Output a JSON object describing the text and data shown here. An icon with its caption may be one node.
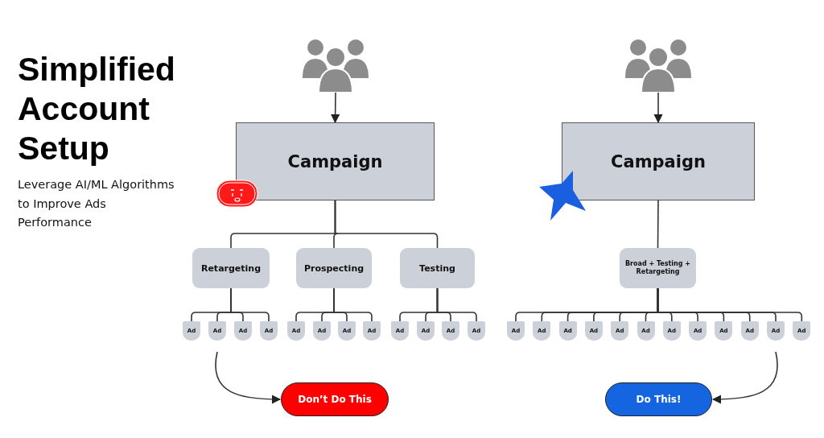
{
  "diagram": {
    "title": "Simplified Account Setup",
    "nodes": [
      {
        "text": [],
        "shape": "person"
      },
      {
        "text": [
          "Campaign"
        ]
      },
      {
        "text": [
          "Retargeting"
        ]
      },
      {
        "text": [
          "Prospecting"
        ]
      },
      {
        "text": [
          "Testing"
        ]
      },
      {
        "text": [
          "Ad"
        ]
      },
      {
        "text": [
          "Ad"
        ]
      },
      {
        "text": [
          "Ad"
        ]
      },
      {
        "text": [
          "Ad"
        ]
      },
      {
        "text": [
          "Ad"
        ]
      },
      {
        "text": [
          "Ad"
        ]
      },
      {
        "text": [
          "Ad"
        ]
      },
      {
        "text": [
          "Ad"
        ]
      },
      {
        "text": [
          "Ad"
        ]
      },
      {
        "text": [
          "Ad"
        ]
      },
      {
        "text": [
          "Ad"
        ]
      },
      {
        "text": [
          "Ad"
        ]
      },
      {
        "text": [
          "Don’t Do This"
        ]
      },
      {
        "text": [],
        "shape": "person"
      },
      {
        "text": [
          "Campaign"
        ]
      },
      {
        "text": [
          "Broad + Testing + Retargeting"
        ]
      },
      {
        "text": [
          "Ad"
        ]
      },
      {
        "text": [
          "Ad"
        ]
      },
      {
        "text": [
          "Ad"
        ]
      },
      {
        "text": [
          "Ad"
        ]
      },
      {
        "text": [
          "Ad"
        ]
      },
      {
        "text": [
          "Ad"
        ]
      },
      {
        "text": [
          "Ad"
        ]
      },
      {
        "text": [
          "Ad"
        ]
      },
      {
        "text": [
          "Ad"
        ]
      },
      {
        "text": [
          "Ad"
        ]
      },
      {
        "text": [
          "Ad"
        ]
      },
      {
        "text": [
          "Ad"
        ]
      },
      {
        "text": [
          "Do This!"
        ]
      }
    ],
    "edges": [
      {
        "from": 0,
        "to": 1,
        "arrow": "to"
      },
      {
        "from": 1,
        "to": 2,
        "arrow": "none"
      },
      {
        "from": 1,
        "to": 3,
        "arrow": "none"
      },
      {
        "from": 1,
        "to": 4,
        "arrow": "none"
      },
      {
        "from": 2,
        "to": 5,
        "arrow": "none"
      },
      {
        "from": 2,
        "to": 6,
        "arrow": "none"
      },
      {
        "from": 2,
        "to": 7,
        "arrow": "none"
      },
      {
        "from": 2,
        "to": 8,
        "arrow": "none"
      },
      {
        "from": 3,
        "to": 9,
        "arrow": "none"
      },
      {
        "from": 3,
        "to": 10,
        "arrow": "none"
      },
      {
        "from": 3,
        "to": 11,
        "arrow": "none"
      },
      {
        "from": 3,
        "to": 12,
        "arrow": "none"
      },
      {
        "from": 4,
        "to": 13,
        "arrow": "none"
      },
      {
        "from": 4,
        "to": 14,
        "arrow": "none"
      },
      {
        "from": 4,
        "to": 15,
        "arrow": "none"
      },
      {
        "from": 4,
        "to": 16,
        "arrow": "none"
      },
      {
        "from": 6,
        "to": 17,
        "arrow": "to"
      },
      {
        "from": 18,
        "to": 19,
        "arrow": "to"
      },
      {
        "from": 19,
        "to": 20,
        "arrow": "none"
      },
      {
        "from": 20,
        "to": 21,
        "arrow": "none"
      },
      {
        "from": 20,
        "to": 22,
        "arrow": "none"
      },
      {
        "from": 20,
        "to": 23,
        "arrow": "none"
      },
      {
        "from": 20,
        "to": 24,
        "arrow": "none"
      },
      {
        "from": 20,
        "to": 25,
        "arrow": "none"
      },
      {
        "from": 20,
        "to": 26,
        "arrow": "none"
      },
      {
        "from": 20,
        "to": 27,
        "arrow": "none"
      },
      {
        "from": 20,
        "to": 28,
        "arrow": "none"
      },
      {
        "from": 20,
        "to": 29,
        "arrow": "none"
      },
      {
        "from": 20,
        "to": 30,
        "arrow": "none"
      },
      {
        "from": 20,
        "to": 31,
        "arrow": "none"
      },
      {
        "from": 20,
        "to": 32,
        "arrow": "none"
      },
      {
        "from": 31,
        "to": 33,
        "arrow": "to"
      }
    ],
    "labels": [
      "Leverage AI/ML Algorithms to Improve Ads Performance"
    ]
  }
}
